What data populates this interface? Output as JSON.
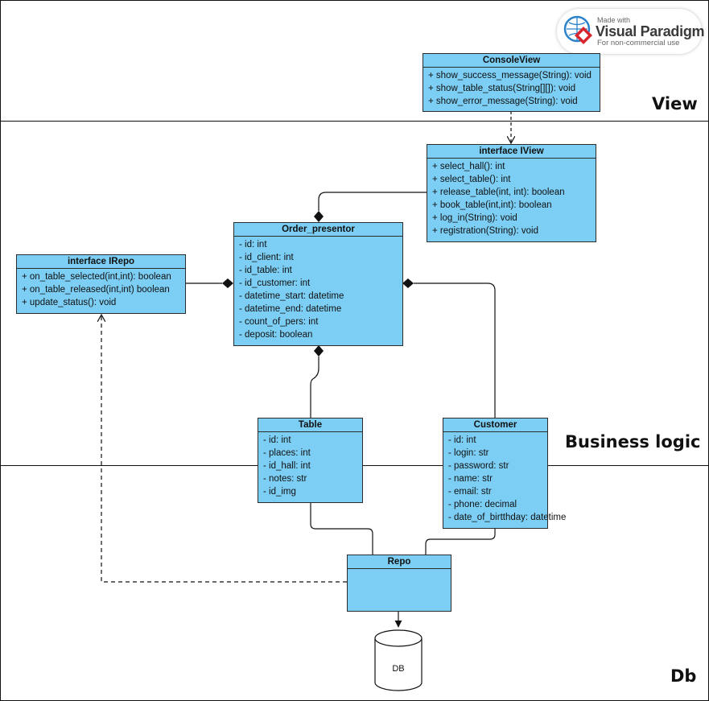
{
  "layers": [
    {
      "label": "View"
    },
    {
      "label": "Business logic"
    },
    {
      "label": "Db"
    }
  ],
  "watermark": {
    "made_with": "Made with",
    "brand": "Visual Paradigm",
    "note": "For non-commercial use"
  },
  "classes": {
    "console_view": {
      "name": "ConsoleView",
      "members": [
        "+ show_success_message(String): void",
        "+ show_table_status(String[][]): void",
        "+ show_error_message(String): void"
      ]
    },
    "iview": {
      "name": "interface IView",
      "members": [
        "+ select_hall(): int",
        "+ select_table(): int",
        "+ release_table(int, int): boolean",
        "+ book_table(int,int): boolean",
        "+ log_in(String): void",
        "+ registration(String): void"
      ]
    },
    "order_presentor": {
      "name": "Order_presentor",
      "members": [
        "- id: int",
        "- id_client: int",
        "- id_table: int",
        "- id_customer: int",
        "- datetime_start: datetime",
        "- datetime_end: datetime",
        "- count_of_pers: int",
        "- deposit: boolean"
      ]
    },
    "irepo": {
      "name": "interface IRepo",
      "members": [
        "+ on_table_selected(int,int): boolean",
        "+ on_table_released(int,int) boolean",
        "+ update_status(): void"
      ]
    },
    "table": {
      "name": "Table",
      "members": [
        "- id: int",
        "- places: int",
        "- id_hall: int",
        "- notes: str",
        "- id_img"
      ]
    },
    "customer": {
      "name": "Customer",
      "members": [
        "- id: int",
        "- login: str",
        "- password: str",
        "- name: str",
        "- email: str",
        "- phone: decimal",
        "- date_of_birtthday: datetime"
      ]
    },
    "repo": {
      "name": "Repo",
      "members": []
    }
  },
  "database": {
    "label": "DB"
  },
  "colors": {
    "class_fill": "#7ccef4",
    "stroke": "#2b2b2b",
    "logo_red": "#d8262e",
    "logo_blue": "#2c82c9"
  }
}
